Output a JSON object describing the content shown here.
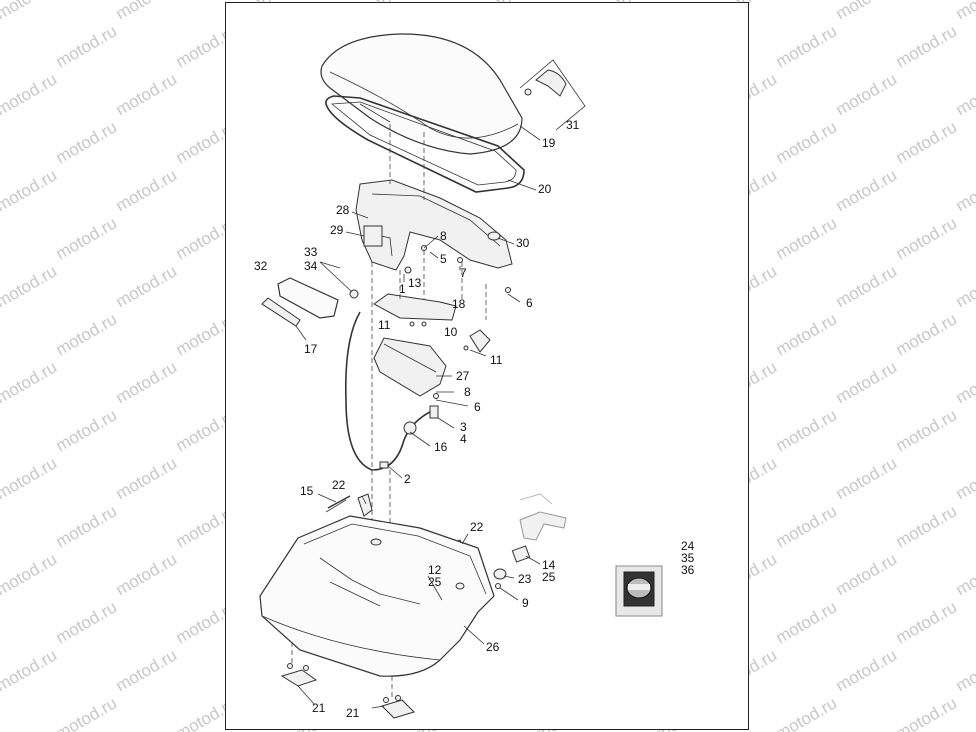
{
  "watermark": "motod.ru",
  "callouts": [
    {
      "id": "c31",
      "text": "31"
    },
    {
      "id": "c19",
      "text": "19"
    },
    {
      "id": "c20",
      "text": "20"
    },
    {
      "id": "c28",
      "text": "28"
    },
    {
      "id": "c29",
      "text": "29"
    },
    {
      "id": "c30",
      "text": "30"
    },
    {
      "id": "c8a",
      "text": "8"
    },
    {
      "id": "c5",
      "text": "5"
    },
    {
      "id": "c7",
      "text": "7"
    },
    {
      "id": "c33",
      "text": "33"
    },
    {
      "id": "c34",
      "text": "34"
    },
    {
      "id": "c32",
      "text": "32"
    },
    {
      "id": "c13",
      "text": "13"
    },
    {
      "id": "c1",
      "text": "1"
    },
    {
      "id": "c6a",
      "text": "6"
    },
    {
      "id": "c18",
      "text": "18"
    },
    {
      "id": "c11a",
      "text": "11"
    },
    {
      "id": "c10",
      "text": "10"
    },
    {
      "id": "c17",
      "text": "17"
    },
    {
      "id": "c11b",
      "text": "11"
    },
    {
      "id": "c27",
      "text": "27"
    },
    {
      "id": "c8b",
      "text": "8"
    },
    {
      "id": "c6b",
      "text": "6"
    },
    {
      "id": "c3",
      "text": "3"
    },
    {
      "id": "c4",
      "text": "4"
    },
    {
      "id": "c16",
      "text": "16"
    },
    {
      "id": "c2",
      "text": "2"
    },
    {
      "id": "c22a",
      "text": "22"
    },
    {
      "id": "c15",
      "text": "15"
    },
    {
      "id": "c22b",
      "text": "22"
    },
    {
      "id": "c24",
      "text": "24"
    },
    {
      "id": "c35",
      "text": "35"
    },
    {
      "id": "c36",
      "text": "36"
    },
    {
      "id": "c14",
      "text": "14"
    },
    {
      "id": "c25a",
      "text": "25"
    },
    {
      "id": "c12",
      "text": "12"
    },
    {
      "id": "c25b",
      "text": "25"
    },
    {
      "id": "c23",
      "text": "23"
    },
    {
      "id": "c9",
      "text": "9"
    },
    {
      "id": "c26",
      "text": "26"
    },
    {
      "id": "c21a",
      "text": "21"
    },
    {
      "id": "c21b",
      "text": "21"
    }
  ]
}
